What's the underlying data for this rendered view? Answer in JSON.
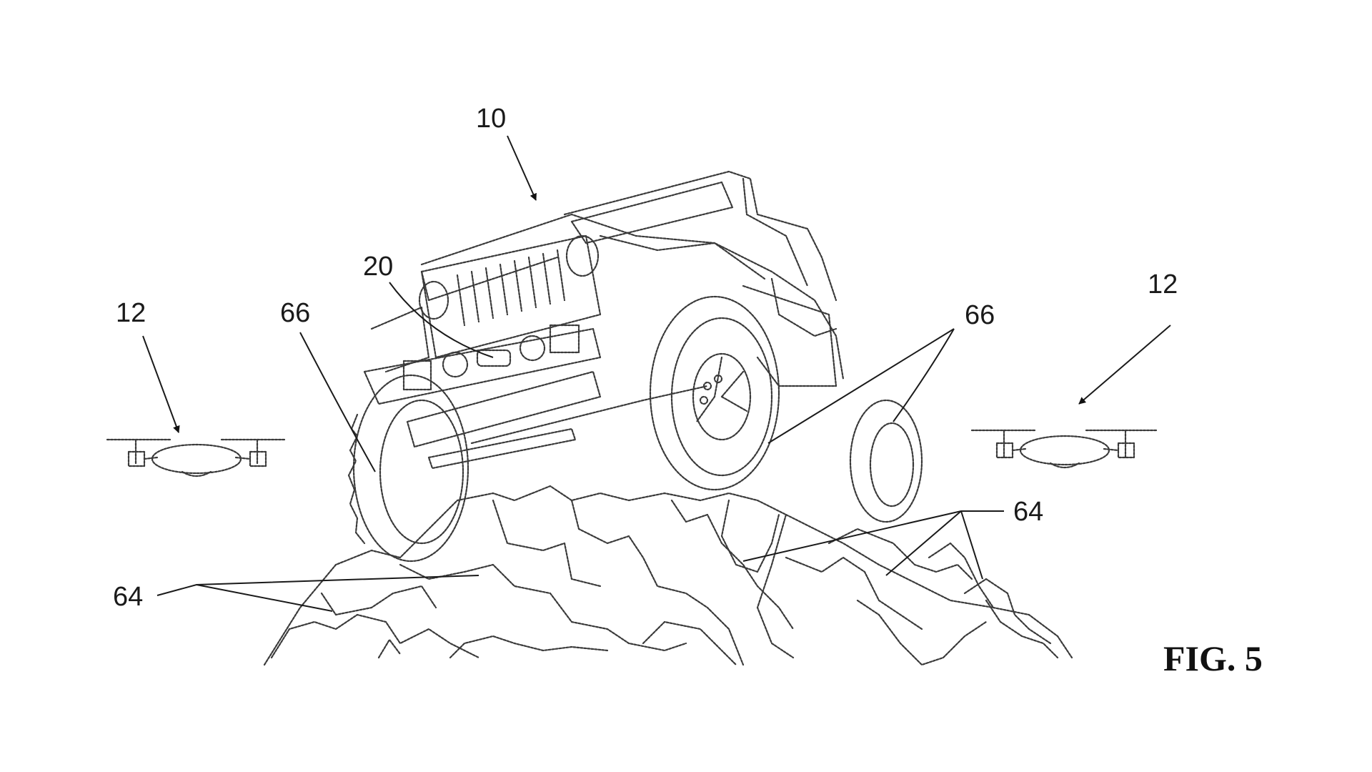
{
  "figure": {
    "caption": "FIG. 5",
    "refs": {
      "vehicle": "10",
      "drone_left": "12",
      "drone_right": "12",
      "front_light": "20",
      "tire_left": "66",
      "tire_right": "66",
      "terrain_left": "64",
      "terrain_right": "64"
    }
  }
}
